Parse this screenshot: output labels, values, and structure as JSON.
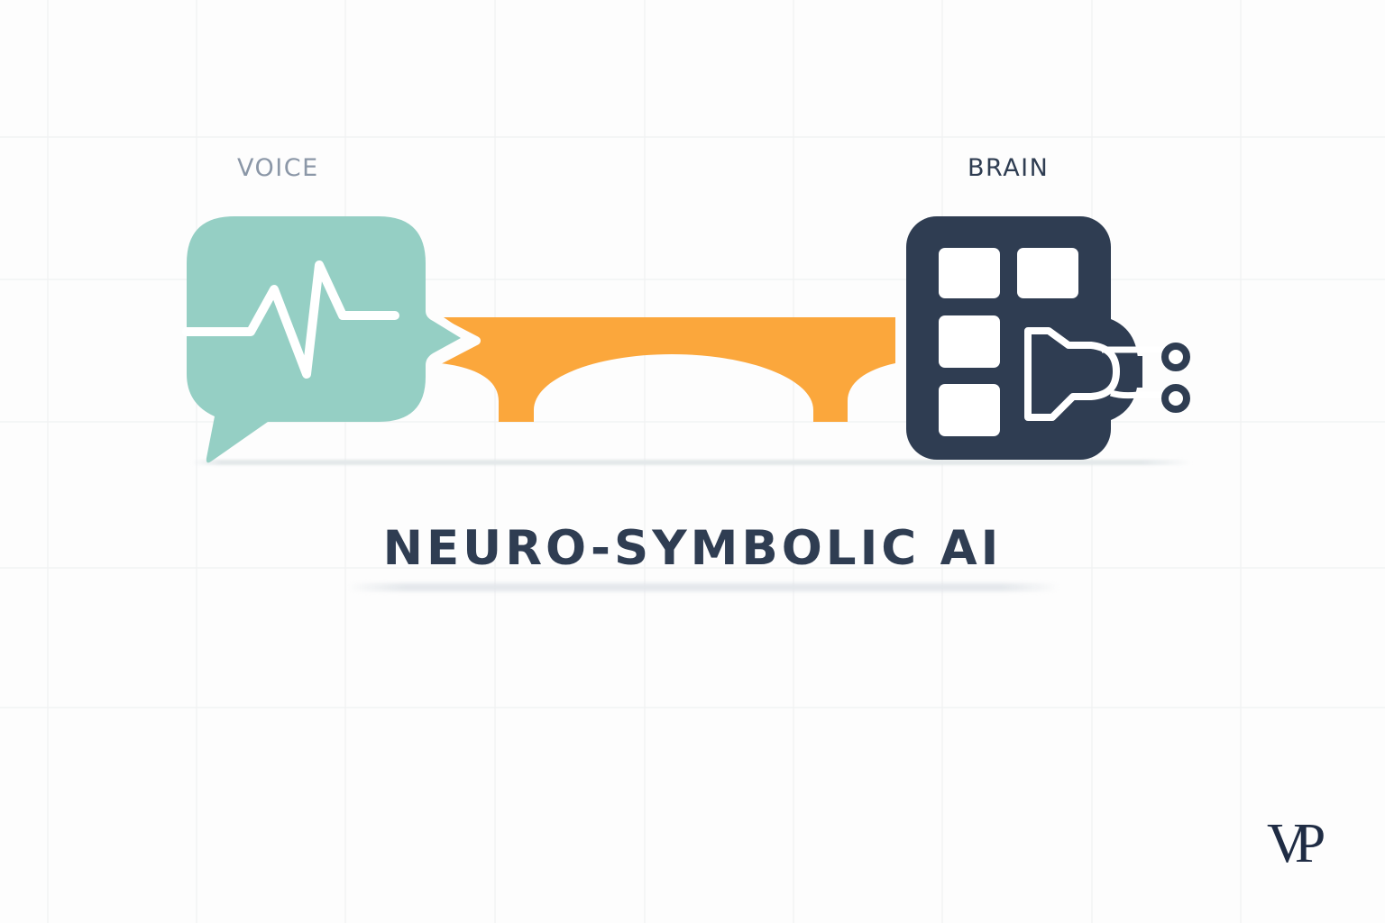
{
  "diagram": {
    "title": "NEURO-SYMBOLIC AI",
    "left_node": {
      "label": "VOICE",
      "icon": "speech-bubble-waveform-icon",
      "color": "#95cfc4"
    },
    "connector": {
      "icon": "bridge-icon",
      "color": "#fba73c"
    },
    "right_node": {
      "label": "BRAIN",
      "icon": "grid-chip-logic-gate-icon",
      "color": "#2f3d52"
    }
  },
  "branding": {
    "logo_text": "VP",
    "color": "#1f2c44"
  },
  "colors": {
    "background": "#fdfdfd",
    "grid_line": "#f0f1f2",
    "voice_label": "#8b97a7",
    "brain_label": "#2f3d52",
    "title": "#2f3d52"
  }
}
